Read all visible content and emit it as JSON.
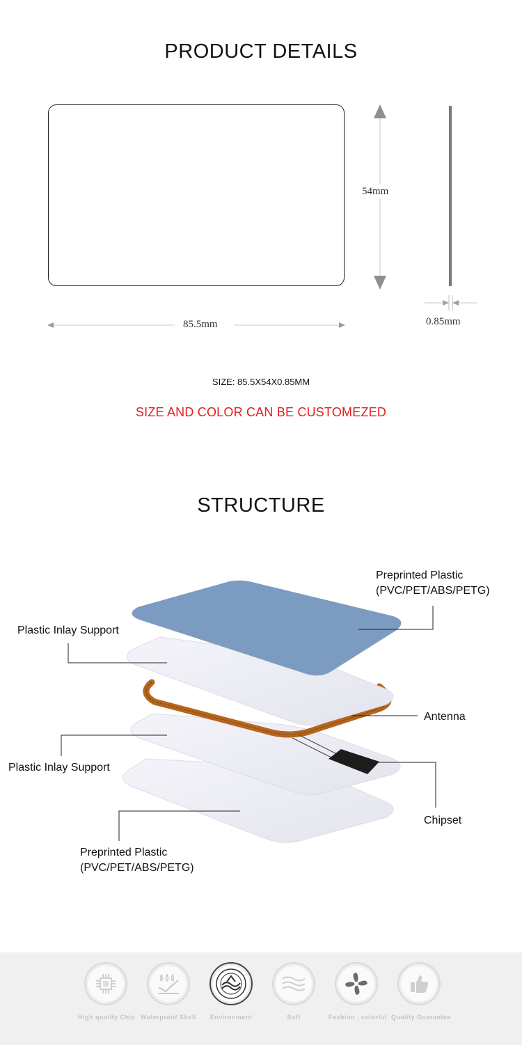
{
  "product_details": {
    "title": "PRODUCT DETAILS",
    "height_label": "54mm",
    "width_label": "85.5mm",
    "thickness_label": "0.85mm",
    "size_text": "SIZE: 85.5X54X0.85MM",
    "custom_text": "SIZE AND COLOR CAN BE CUSTOMEZED"
  },
  "structure": {
    "title": "STRUCTURE",
    "labels": {
      "top_plastic_line1": "Preprinted Plastic",
      "top_plastic_line2": "(PVC/PET/ABS/PETG)",
      "inlay_top": "Plastic Inlay Support",
      "antenna": "Antenna",
      "inlay_bottom": "Plastic Inlay Support",
      "chipset": "Chipset",
      "bottom_plastic_line1": "Preprinted Plastic",
      "bottom_plastic_line2": "(PVC/PET/ABS/PETG)"
    }
  },
  "features": [
    {
      "label": "High quality Chip",
      "icon": "chip-icon"
    },
    {
      "label": "Waterproof Shell",
      "icon": "waterproof-icon"
    },
    {
      "label": "Environment",
      "icon": "eco-seal-icon"
    },
    {
      "label": "Soft",
      "icon": "soft-icon"
    },
    {
      "label": "Fashion . colorful",
      "icon": "flower-icon"
    },
    {
      "label": "Quality Guarantee",
      "icon": "thumbs-up-icon"
    }
  ],
  "colors": {
    "accent_red": "#e0201b",
    "top_layer_blue": "#7b9cc0",
    "antenna_copper": "#b5651d"
  }
}
